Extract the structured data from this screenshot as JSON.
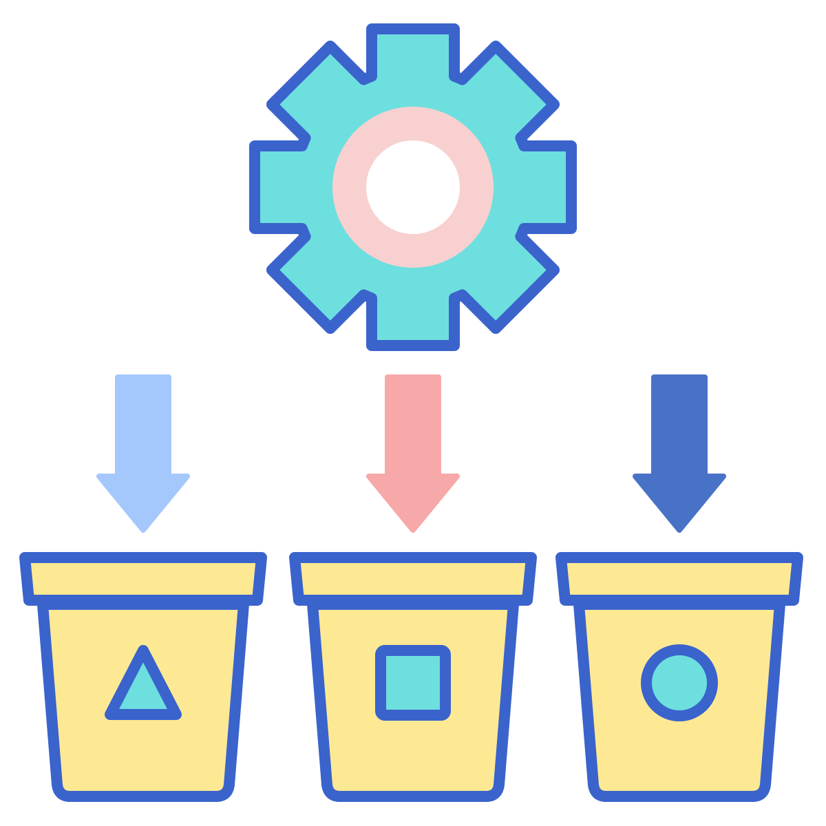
{
  "illustration": {
    "subject": "sorting-process-icon",
    "colors": {
      "outline": "#3a63cc",
      "gear_fill": "#6ddfdf",
      "gear_ring": "#f8d0d0",
      "bucket_fill": "#fde994",
      "shape_fill": "#6ddfdf",
      "background": "#ffffff"
    },
    "gear": {
      "icon": "gear-icon",
      "teeth": 8
    },
    "arrows": [
      {
        "icon": "arrow-down-icon",
        "color": "#a5c8fc"
      },
      {
        "icon": "arrow-down-icon",
        "color": "#f7a8a8"
      },
      {
        "icon": "arrow-down-icon",
        "color": "#4872c6"
      }
    ],
    "buckets": [
      {
        "icon": "bucket-icon",
        "shape": "triangle"
      },
      {
        "icon": "bucket-icon",
        "shape": "square"
      },
      {
        "icon": "bucket-icon",
        "shape": "circle"
      }
    ]
  }
}
